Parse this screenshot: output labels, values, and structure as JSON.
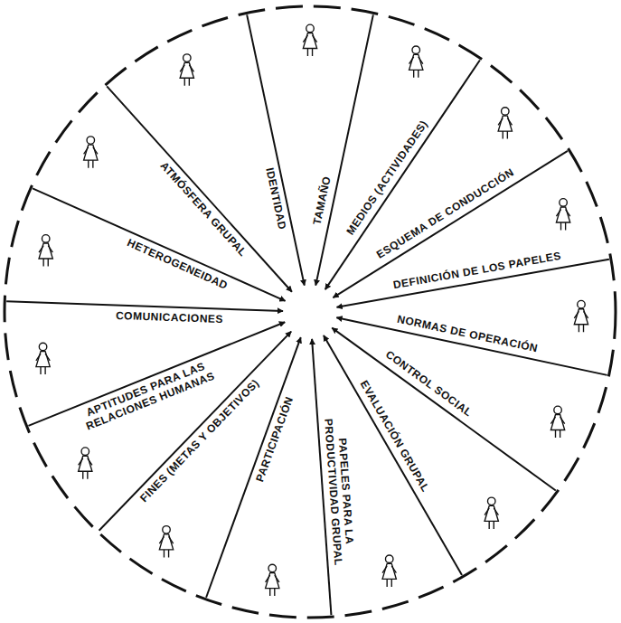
{
  "diagram": {
    "labels": [
      "IDENTIDAD",
      "TAMAÑO",
      "MEDIOS (ACTIVIDADES)",
      "ESQUEMA DE CONDUCCIÓN",
      "DEFINICIÓN DE LOS PAPELES",
      "NORMAS DE OPERACIÓN",
      "CONTROL SOCIAL",
      "EVALUACIÓN GRUPAL",
      "PAPELES PARA LA PRODUCTIVIDAD GRUPAL",
      "PARTICIPACIÓN",
      "FINES (METAS Y OBJETIVOS)",
      "APTITUDES PARA LAS RELACIONES HUMANAS",
      "COMUNICACIONES",
      "HETEROGENEIDAD",
      "ATMÓSFERA GRUPAL"
    ]
  }
}
